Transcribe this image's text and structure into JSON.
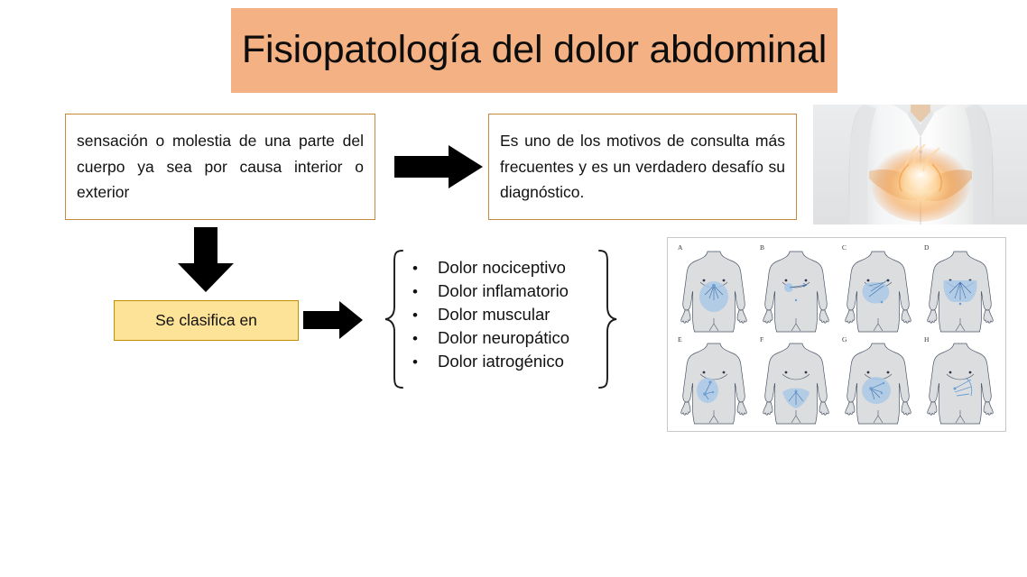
{
  "slide": {
    "title": "Fisiopatología del dolor abdominal",
    "title_bg_color": "#F4B183"
  },
  "definition_box": {
    "text": "sensación o molestia de una parte del cuerpo ya sea por causa interior o exterior",
    "border_color": "#C58A3E"
  },
  "consult_box": {
    "text": "Es uno de los motivos de consulta más frecuentes y es un verdadero desafío su diagnóstico.",
    "border_color": "#C58A3E"
  },
  "classification": {
    "label": "Se clasifica en",
    "bg_color": "#FDE397",
    "border_color": "#BF9000",
    "types": [
      "Dolor nociceptivo",
      "Dolor inflamatorio",
      "Dolor muscular",
      "Dolor neuropático",
      "Dolor iatrogénico"
    ],
    "bullet_glyph": "•"
  },
  "arrows": [
    {
      "name": "arrow-right-definition-to-consult",
      "direction": "right",
      "color": "#000000"
    },
    {
      "name": "arrow-down-definition-to-classification",
      "direction": "down",
      "color": "#000000"
    },
    {
      "name": "arrow-right-classification-to-types",
      "direction": "right",
      "color": "#000000"
    }
  ],
  "photo": {
    "alt": "Mujer con camisa blanca sujetándose el abdomen con resplandor naranja de dolor"
  },
  "referred_pain_figure": {
    "alt": "Diagrama de ocho torsos femeninos con zonas de dolor referido en azul",
    "panel_labels": [
      "A",
      "B",
      "C",
      "D",
      "E",
      "F",
      "G",
      "H"
    ],
    "region_color": "#A8C8E8",
    "body_color": "#DCDDDF"
  }
}
